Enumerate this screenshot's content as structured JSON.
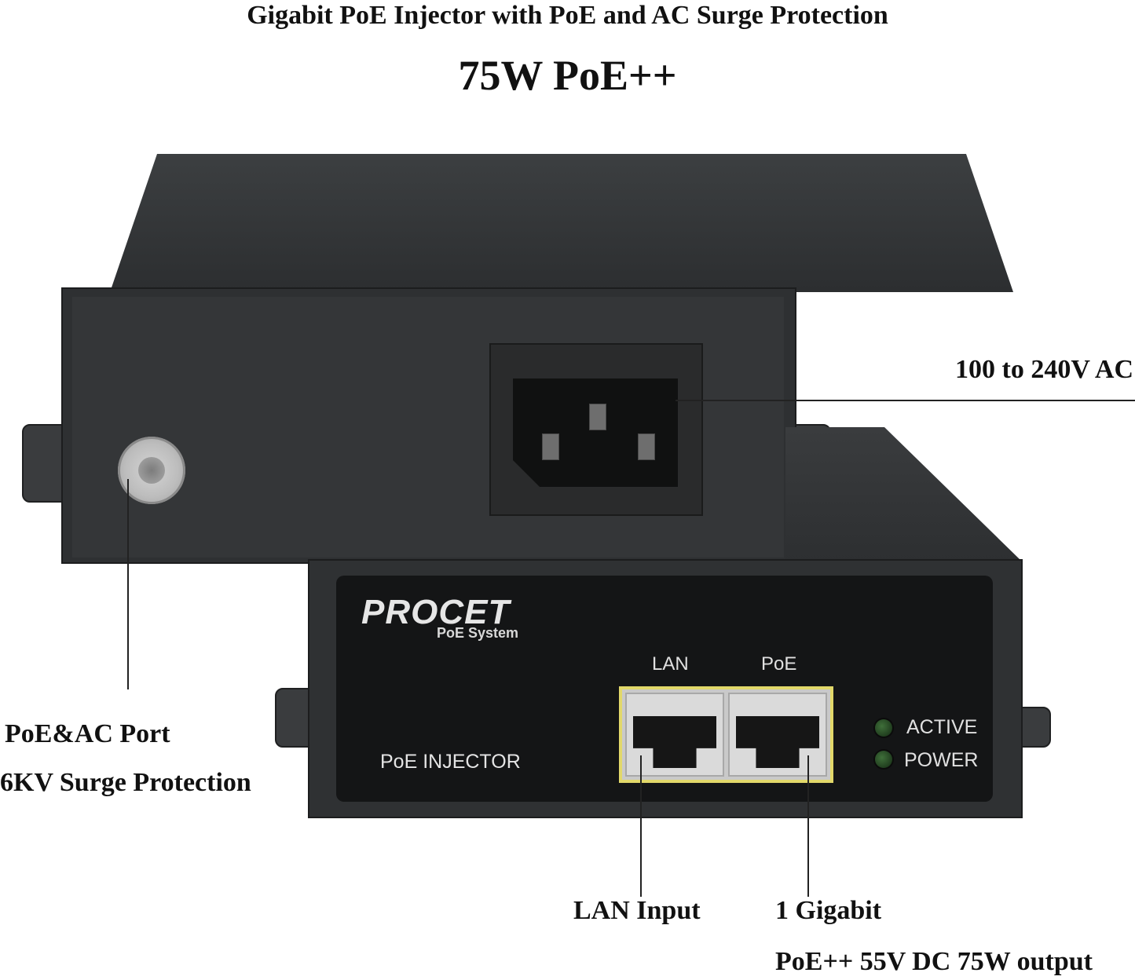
{
  "header": {
    "subtitle": "Gigabit PoE Injector with PoE and AC Surge Protection",
    "title": "75W PoE++"
  },
  "callouts": {
    "ac_input": "100 to 240V AC",
    "poe_ac_port": "PoE&AC Port",
    "surge": "6KV Surge Protection",
    "lan_input": "LAN Input",
    "gigabit": "1 Gigabit",
    "poe_output": "PoE++ 55V DC 75W output"
  },
  "device": {
    "brand": "PROCET",
    "brand_tagline": "PoE System",
    "panel_title": "PoE INJECTOR",
    "ports": {
      "lan": "LAN",
      "poe": "PoE"
    },
    "indicators": {
      "active": "ACTIVE",
      "power": "POWER"
    },
    "colors": {
      "port_frame": "#e2d86a",
      "led_off": "#2c5a2a",
      "housing": "#2f3133"
    }
  }
}
